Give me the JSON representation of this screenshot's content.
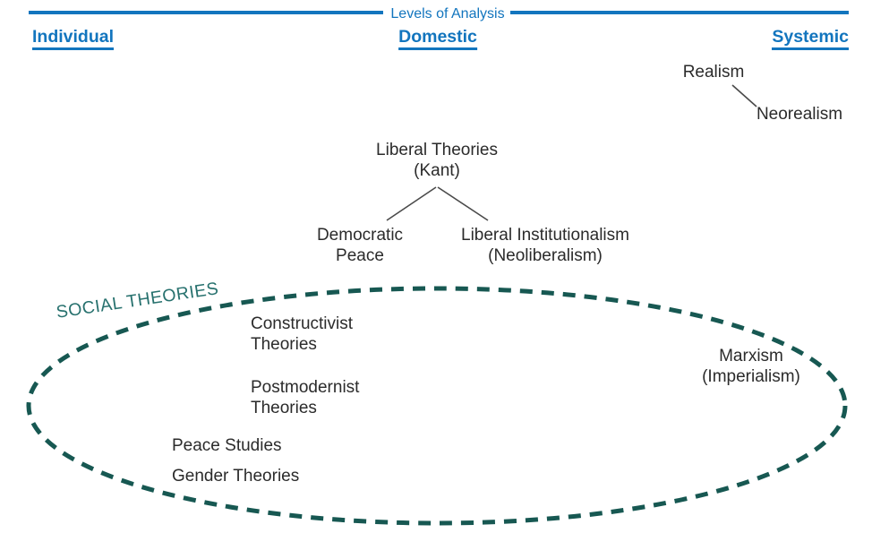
{
  "figure": {
    "title": "Levels of Analysis"
  },
  "levels": {
    "individual": "Individual",
    "domestic": "Domestic",
    "systemic": "Systemic"
  },
  "nodes": {
    "realism": "Realism",
    "neorealism": "Neorealism",
    "liberal_theories": {
      "name": "Liberal Theories",
      "sub": "(Kant)"
    },
    "democratic_peace": {
      "line1": "Democratic",
      "line2": "Peace"
    },
    "liberal_institutionalism": {
      "name": "Liberal Institutionalism",
      "sub": "(Neoliberalism)"
    },
    "marxism": {
      "name": "Marxism",
      "sub": "(Imperialism)"
    },
    "constructivist": {
      "line1": "Constructivist",
      "line2": "Theories"
    },
    "postmodernist": {
      "line1": "Postmodernist",
      "line2": "Theories"
    },
    "peace_studies": "Peace Studies",
    "gender_theories": "Gender Theories"
  },
  "groups": {
    "social_theories": {
      "label": "SOCIAL THEORIES"
    }
  },
  "colors": {
    "accent_blue": "#1275BE",
    "ellipse_teal": "#175852",
    "group_label_teal": "#27716E",
    "text": "#2B2B2B",
    "connector_gray": "#4A4A4A"
  }
}
